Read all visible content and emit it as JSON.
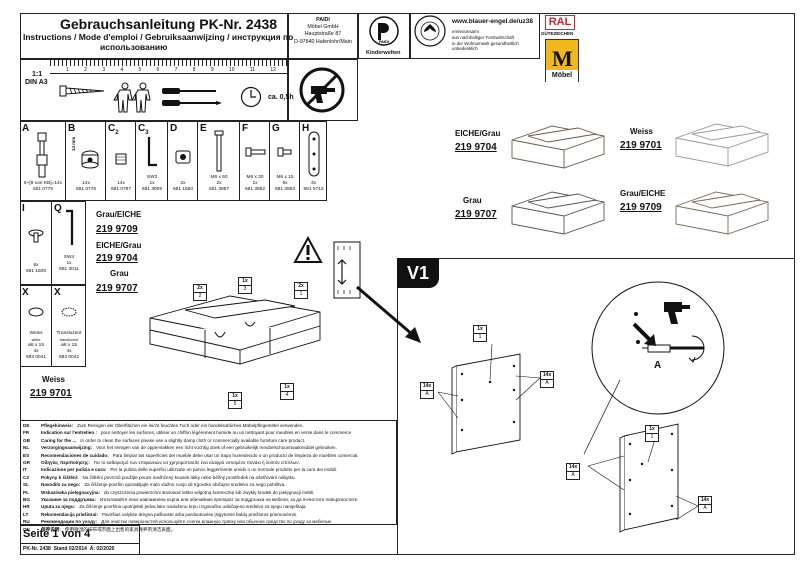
{
  "header": {
    "title": "Gebrauchsanleitung PK-Nr. 2438",
    "subtitle_line1": "Instructions / Mode d'emploi / Gebruiksaanwijzing / инструкция по",
    "subtitle_line2": "использованию",
    "company": [
      "PAIDI",
      "Möbel GmbH",
      "Hauptstraße 87",
      "D-97840 Hafenlohr/Main"
    ],
    "brand_label": "Kinderwelten",
    "eco_url": "www.blauer-engel.de/uz38",
    "eco_bullets": [
      "emissionsarm",
      "aus nachhaltiger Forstwirtschaft",
      "in der Wohnumwelt gesundheitlich unbedenklich"
    ],
    "ral_label": "RAL",
    "ral_sub": "GÜTEZEICHEN",
    "moebel_label": "Möbel"
  },
  "tools": {
    "scale_label": "1:1",
    "format_label": "DIN A3",
    "ruler_numbers": [
      "1",
      "2",
      "3",
      "4",
      "5",
      "6",
      "7",
      "8",
      "9",
      "10",
      "11",
      "12"
    ],
    "time_label": "ca. 0,5h"
  },
  "parts": [
    {
      "letter": "A",
      "lines": [
        "6+[8 von KB]=14x",
        "681 0775"
      ]
    },
    {
      "letter": "B",
      "lines": [
        "14x",
        "681 0776"
      ],
      "dim": "14 mm"
    },
    {
      "letter": "C",
      "sub": "2",
      "lines": [
        "14x",
        "681 0787"
      ]
    },
    {
      "letter": "C",
      "sub": "3",
      "lines": [
        "SW3",
        "1x",
        "681 3009"
      ]
    },
    {
      "letter": "D",
      "lines": [
        "2x",
        "681 1660"
      ]
    },
    {
      "letter": "E",
      "lines": [
        "M6 x 60",
        "2x",
        "681 3957"
      ]
    },
    {
      "letter": "F",
      "lines": [
        "M6 x 30",
        "1x",
        "681 3952"
      ]
    },
    {
      "letter": "G",
      "lines": [
        "M6 x 15",
        "6x",
        "681 3953"
      ]
    },
    {
      "letter": "H",
      "lines": [
        "3x",
        "681 5712"
      ]
    }
  ],
  "parts2": [
    {
      "letter": "I",
      "lines": [
        "6x",
        "681 1505"
      ]
    },
    {
      "letter": "Q",
      "lines": [
        "SW4",
        "1x",
        "681 3011"
      ]
    }
  ],
  "parts3": [
    {
      "letter": "X",
      "lines": [
        "Weiss",
        "white",
        "ø8 x 15",
        "4x",
        "683 0041"
      ]
    },
    {
      "letter": "X",
      "lines": [
        "Transluzent",
        "translucent",
        "ø8 x 15",
        "4x",
        "683 0042"
      ]
    }
  ],
  "variants_left": [
    {
      "name": "Grau/EICHE",
      "code": "219 9709"
    },
    {
      "name": "EICHE/Grau",
      "code": "219 9704"
    },
    {
      "name": "Grau",
      "code": "219 9707"
    }
  ],
  "variant_weiss_left": {
    "name": "Weiss",
    "code": "219 9701"
  },
  "variants_right": [
    {
      "name": "EICHE/Grau",
      "code": "219 9704"
    },
    {
      "name": "Weiss",
      "code": "219 9701"
    },
    {
      "name": "Grau",
      "code": "219 9707"
    },
    {
      "name": "Grau/EICHE",
      "code": "219 9709"
    }
  ],
  "assembly_callouts": [
    {
      "top": "2x",
      "bottom": "2"
    },
    {
      "top": "1x",
      "bottom": "3"
    },
    {
      "top": "2x",
      "bottom": "1"
    },
    {
      "top": "1x",
      "bottom": "4"
    },
    {
      "top": "1x",
      "bottom": "5"
    }
  ],
  "step": {
    "label": "V1",
    "callouts": [
      {
        "top": "1x",
        "bottom": "1"
      },
      {
        "top": "14x",
        "bottom": "A"
      },
      {
        "top": "14x",
        "bottom": "A"
      },
      {
        "top": "1x",
        "bottom": "1"
      },
      {
        "top": "14x",
        "bottom": "A"
      },
      {
        "top": "14x",
        "bottom": "A"
      }
    ],
    "detail_label": "A"
  },
  "care": [
    {
      "code": "DE",
      "head": "Pflegehinweis:",
      "text": "Zum Reinigen der Oberflächen ein leicht feuchtes Tuch oder ein handelsübliches Möbelpflegemittel verwenden."
    },
    {
      "code": "FR",
      "head": "Indication sur l'entretien :",
      "text": "pour nettoyer les surfaces, utiliser un chiffon légèrement humide ou un nettoyant pour meubles en vente dans le commerce"
    },
    {
      "code": "GB",
      "head": "Caring for the ...",
      "text": "In order to clean the surfaces please use a slightly damp cloth or commercially available furniture care product."
    },
    {
      "code": "NL",
      "head": "Verzorgingsaanwijzing:",
      "text": "Voor het reinigen van de oppervlakken een licht vochtig doek of een gebruikelijk meubelschoonmaakmiddel gebruiken."
    },
    {
      "code": "ES",
      "head": "Recomendaciones de cuidado:",
      "text": "Para limpiar las superficies del mueble debe usar un trapo humedecido o un producto de limpieza de muebles comercial."
    },
    {
      "code": "GR",
      "head": "Οδηγίες περιποίησης:",
      "text": "Για το καθαρισμό των επιφανειών να χρησιμοποιείτε ένα ελαφρά νοτισμένο πανάκι ή λοιπόν επίπλων."
    },
    {
      "code": "IT",
      "head": "Indicazione per pulizia e cura:",
      "text": "Per la pulizia delle superfici utilizzate un panno leggermente umido o un normale prodotto per la cura dei mobili."
    },
    {
      "code": "CZ",
      "head": "Pokyny k čištění:",
      "text": "Na čištění povrchů použijte pouze navlhčený kousek látky nebo běžný prostředek na ošetřování nábytku."
    },
    {
      "code": "SL",
      "head": "Navodilo za nego:",
      "text": "Za čiščenje površin uporabljajte malo vlažno cunjo ali trgovsko običajno sredstvo za nego pohištva."
    },
    {
      "code": "PL",
      "head": "Wskazówka pielęgnacyjna:",
      "text": "do czyszczenia powierzchni stosować lekko wilgotną ściereczkę lub zwykły środek do pielęgnacji mebli."
    },
    {
      "code": "BG",
      "head": "Указание за поддръжка:",
      "text": "Използвайте леко навлажнена кърпа или обичайния препарат за поддръжка на мебели, за да почистите повърхностите."
    },
    {
      "code": "HR",
      "head": "Uputa za njegu:",
      "text": "Za čišćenje površina upotrijebiti jedva lako navlaženu krpu i trgovačko uobičajeno sredstvo za njegu namještaja."
    },
    {
      "code": "LT",
      "head": "Rekomendacija priežiūrai:",
      "text": "Paviršius valykite drėgna pašluoste arba parduotuvėse įsigytomis baldų priežiūros priemonėmis."
    },
    {
      "code": "RU",
      "head": "Рекомендации по уходу:",
      "text": "Для очистки поверхностей используйте слегка влажную тряпку или обычное средство по уходу за мебелью"
    },
    {
      "code": "CN",
      "head": "保养说明:",
      "text": "使用微湿的抹布或市面上出售的家具保养剂清洁表面。"
    }
  ],
  "footer": {
    "page": "Seite 1 von 4",
    "pk": "PK-Nr. 2438",
    "stand": "Stand 02/2014",
    "rev": "Ä: 02/2020"
  }
}
